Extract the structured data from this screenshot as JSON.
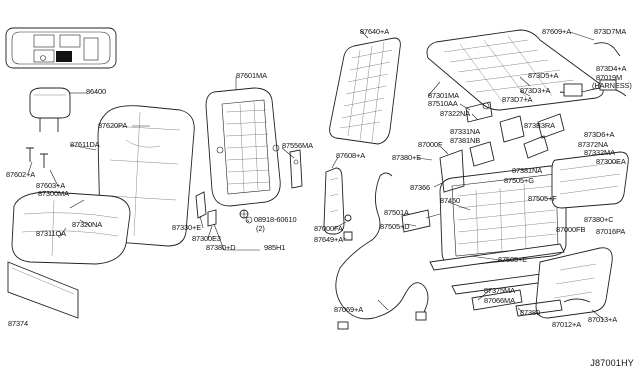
{
  "diagram": {
    "diagram_code": "J87001HY",
    "labels": {
      "p86400": "86400",
      "p87620PA": "87620PA",
      "p87611DA": "87611DA",
      "p87602A": "87602+A",
      "p87603A": "87603+A",
      "p87300MA": "87300MA",
      "p87320NA": "87320NA",
      "p87311QA": "87311QA",
      "p87374": "87374",
      "p87601MA": "87601MA",
      "p87330E": "87330+E",
      "p87300E3": "87300E3",
      "p87380D": "87380+D",
      "p08918": "08918-60610",
      "p08918qty": "(2)",
      "p985H1": "985H1",
      "p87556MA": "87556MA",
      "p87640A": "87640+A",
      "p87608A": "87608+A",
      "p87000FA": "87000FA",
      "p87649A": "87649+A",
      "p87069A": "87069+A",
      "p87609A": "87609+A",
      "p873D7MA": "873D7MA",
      "p873D4A": "873D4+A",
      "p87019M": "87019M",
      "pHARNESS": "(HARNESS)",
      "p873D5A": "873D5+A",
      "p873D3A": "873D3+A",
      "p87301MA": "87301MA",
      "p87510AA": "87510AA",
      "p873D7A": "873D7+A",
      "p87322NA": "87322NA",
      "p873B3RA": "873B3RA",
      "p87331NA": "87331NA",
      "p87381NB": "87381NB",
      "p873D6A": "873D6+A",
      "p87372NA": "87372NA",
      "p87332MA": "87332MA",
      "p87000F": "87000F",
      "p87380E": "87380+E",
      "p87300EA": "87300EA",
      "p87381NA": "87381NA",
      "p87505G": "87505+G",
      "p87366": "87366",
      "p87450": "87450",
      "p87505F": "87505+F",
      "p87501A": "87501A",
      "p87505D": "87505+D",
      "p87380C": "87380+C",
      "p87000FB": "87000FB",
      "p87016PA": "87016PA",
      "p87505E": "87505+E",
      "p87375MA": "87375MA",
      "p87066MA": "87066MA",
      "p87380": "87380",
      "p87012A": "87012+A",
      "p87013A": "87013+A"
    }
  }
}
